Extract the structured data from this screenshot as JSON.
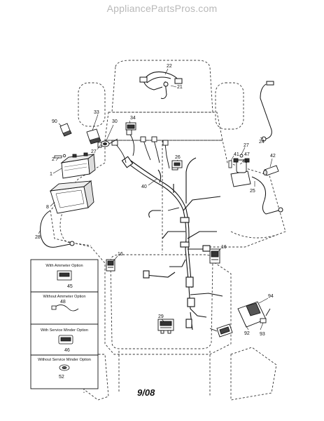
{
  "header": {
    "watermark": "AppliancePartsPros.com"
  },
  "footer": {
    "date_code": "9/08"
  },
  "options": {
    "ammeter_with": "With Ammeter Option",
    "ammeter_without": "Without Ammeter Option",
    "minder_with": "With Service Minder Option",
    "minder_without": "Without Service Minder Option"
  },
  "callouts": [
    {
      "id": "c-22",
      "label": "22"
    },
    {
      "id": "c-21",
      "label": "21"
    },
    {
      "id": "c-90",
      "label": "90"
    },
    {
      "id": "c-33",
      "label": "33"
    },
    {
      "id": "c-30",
      "label": "30"
    },
    {
      "id": "c-34",
      "label": "34"
    },
    {
      "id": "c-27a",
      "label": "27"
    },
    {
      "id": "c-24",
      "label": "24"
    },
    {
      "id": "c-27b",
      "label": "27"
    },
    {
      "id": "c-41",
      "label": "41"
    },
    {
      "id": "c-47",
      "label": "47"
    },
    {
      "id": "c-43",
      "label": "43"
    },
    {
      "id": "c-42",
      "label": "42"
    },
    {
      "id": "c-26",
      "label": "26"
    },
    {
      "id": "c-2",
      "label": "2"
    },
    {
      "id": "c-1",
      "label": "1"
    },
    {
      "id": "c-40",
      "label": "40"
    },
    {
      "id": "c-25",
      "label": "25"
    },
    {
      "id": "c-8",
      "label": "8"
    },
    {
      "id": "c-28a",
      "label": "28"
    },
    {
      "id": "c-16a",
      "label": "16"
    },
    {
      "id": "c-16b",
      "label": "16"
    },
    {
      "id": "c-45",
      "label": "45"
    },
    {
      "id": "c-48",
      "label": "48"
    },
    {
      "id": "c-94",
      "label": "94"
    },
    {
      "id": "c-29",
      "label": "29"
    },
    {
      "id": "c-92",
      "label": "92"
    },
    {
      "id": "c-93",
      "label": "93"
    },
    {
      "id": "c-46",
      "label": "46"
    },
    {
      "id": "c-52",
      "label": "52"
    }
  ]
}
